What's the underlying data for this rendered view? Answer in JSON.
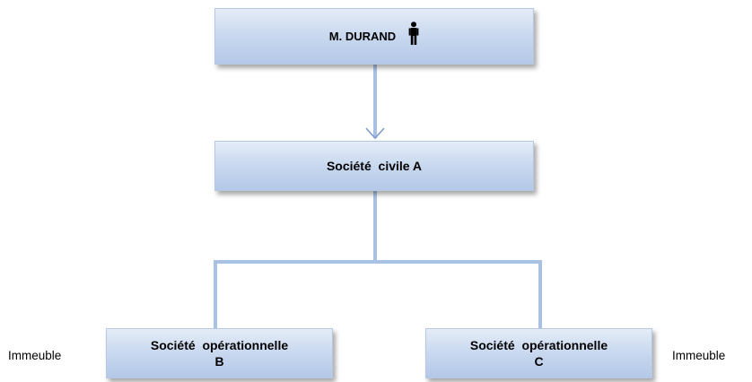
{
  "nodes": {
    "owner": {
      "label": "M. DURAND",
      "icon": "person-icon"
    },
    "civil": {
      "label": "Société  civile A"
    },
    "op_b": {
      "line1": "Société  opérationnelle",
      "line2": "B"
    },
    "op_c": {
      "line1": "Société  opérationnelle",
      "line2": "C"
    }
  },
  "side_labels": {
    "left": "Immeuble",
    "right": "Immeuble"
  },
  "colors": {
    "box_fill_top": "#e4ecf7",
    "box_fill_bottom": "#b4c8e8",
    "connector": "#a9c1e3",
    "arrow": "#7f9ccc"
  }
}
